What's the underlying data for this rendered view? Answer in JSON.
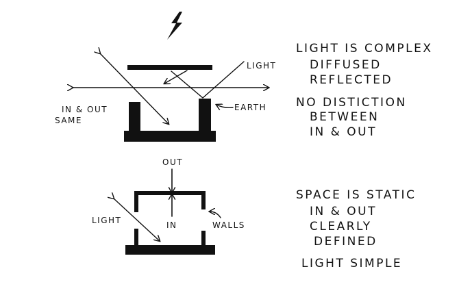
{
  "top_diagram": {
    "labels": {
      "light": "LIGHT",
      "earth": "EARTH",
      "in_out_line1": "IN & OUT",
      "in_out_line2": "SAME"
    }
  },
  "top_notes": {
    "heading": "LIGHT IS COMPLEX",
    "line2": "DIFFUSED",
    "line3": "REFLECTED",
    "line4": "NO DISTICTION",
    "line5": "BETWEEN",
    "line6": "IN & OUT"
  },
  "bottom_diagram": {
    "labels": {
      "out": "OUT",
      "in": "IN",
      "light": "LIGHT",
      "walls": "WALLS"
    }
  },
  "bottom_notes": {
    "heading": "SPACE IS STATIC",
    "line2": "IN & OUT",
    "line3": "CLEARLY",
    "line4": "DEFINED",
    "line5": "LIGHT SIMPLE"
  },
  "colors": {
    "ink": "#111111",
    "paper": "#ffffff"
  }
}
